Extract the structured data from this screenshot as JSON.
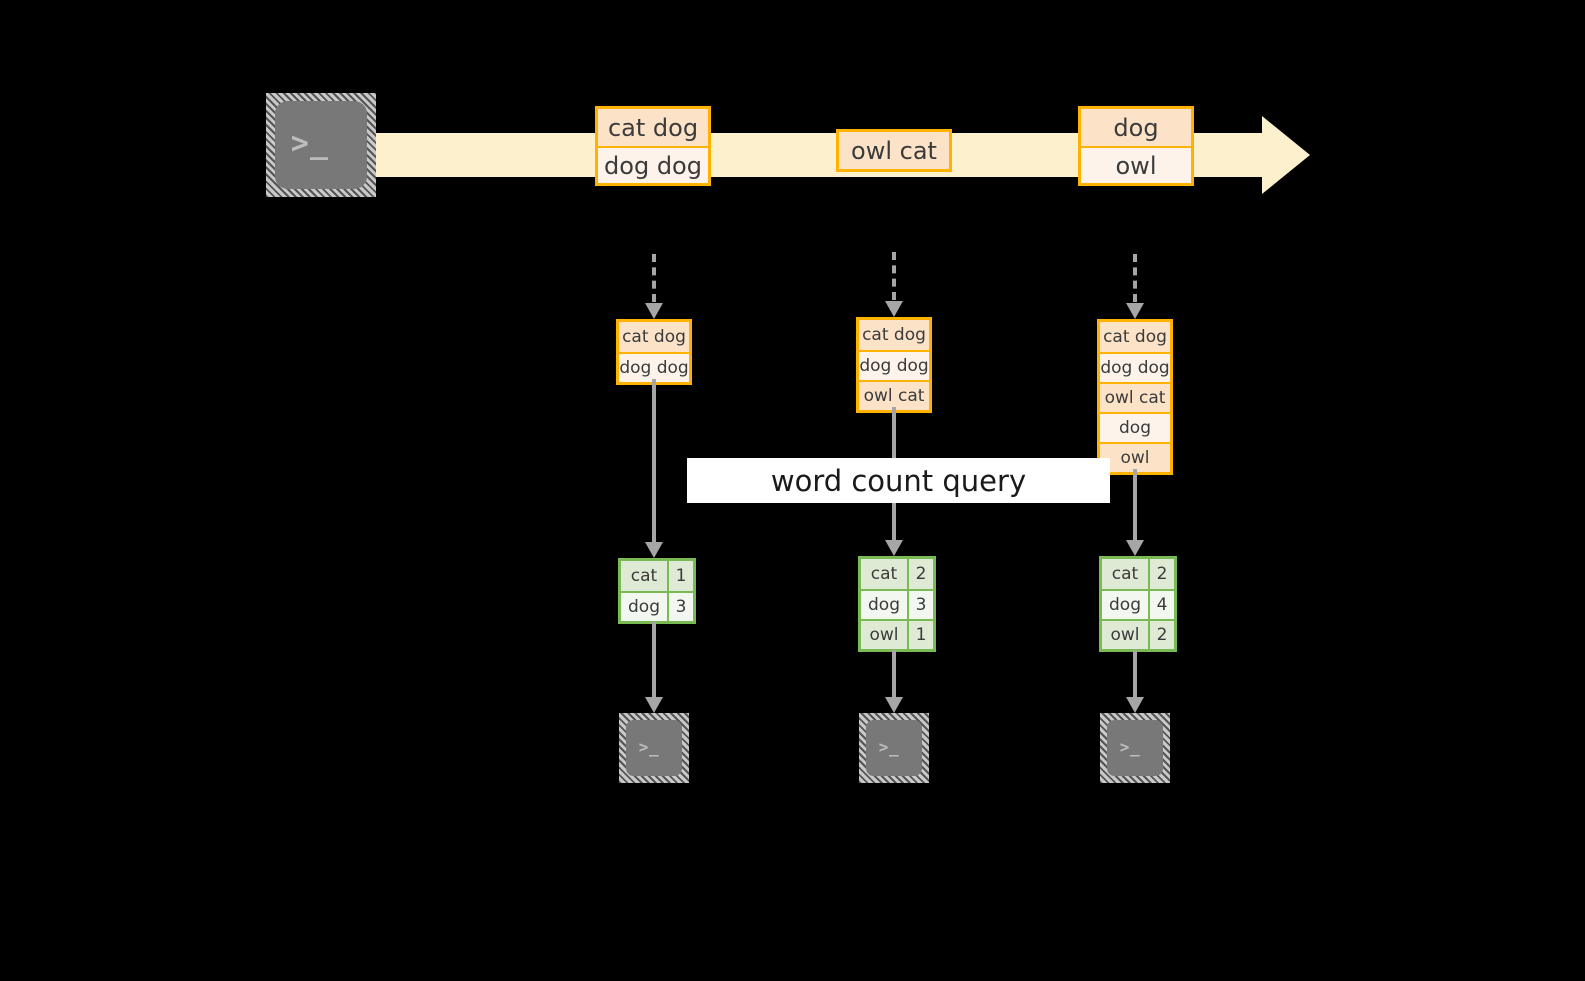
{
  "colors": {
    "background": "#000000",
    "stream_band": "#fdf1cd",
    "tuple_border": "#ffb300",
    "tuple_fill_shade": "#fce3c8",
    "tuple_fill_plain": "#fdf3ea",
    "result_border": "#7aba54",
    "result_fill_shade": "#dfead4",
    "result_fill_plain": "#f2f7ef",
    "connector": "#a6a6a6",
    "terminal_body": "#787878",
    "query_label_bg": "#ffffff"
  },
  "source": {
    "icon": "terminal-icon",
    "prompt": ">_"
  },
  "stream": {
    "arrow_direction": "right",
    "batches": [
      {
        "id": "batch-1",
        "rows": [
          "cat dog",
          "dog dog"
        ]
      },
      {
        "id": "batch-2",
        "rows": [
          "owl cat"
        ]
      },
      {
        "id": "batch-3",
        "rows": [
          "dog",
          "owl"
        ]
      }
    ]
  },
  "query": {
    "label": "word count query"
  },
  "columns": [
    {
      "id": "snapshot-1",
      "state_rows": [
        "cat dog",
        "dog dog"
      ],
      "result_rows": [
        {
          "word": "cat",
          "count": "1"
        },
        {
          "word": "dog",
          "count": "3"
        }
      ],
      "sink": {
        "icon": "terminal-icon",
        "prompt": ">_"
      }
    },
    {
      "id": "snapshot-2",
      "state_rows": [
        "cat dog",
        "dog dog",
        "owl cat"
      ],
      "result_rows": [
        {
          "word": "cat",
          "count": "2"
        },
        {
          "word": "dog",
          "count": "3"
        },
        {
          "word": "owl",
          "count": "1"
        }
      ],
      "sink": {
        "icon": "terminal-icon",
        "prompt": ">_"
      }
    },
    {
      "id": "snapshot-3",
      "state_rows": [
        "cat dog",
        "dog dog",
        "owl cat",
        "dog",
        "owl"
      ],
      "result_rows": [
        {
          "word": "cat",
          "count": "2"
        },
        {
          "word": "dog",
          "count": "4"
        },
        {
          "word": "owl",
          "count": "2"
        }
      ],
      "sink": {
        "icon": "terminal-icon",
        "prompt": ">_"
      }
    }
  ]
}
